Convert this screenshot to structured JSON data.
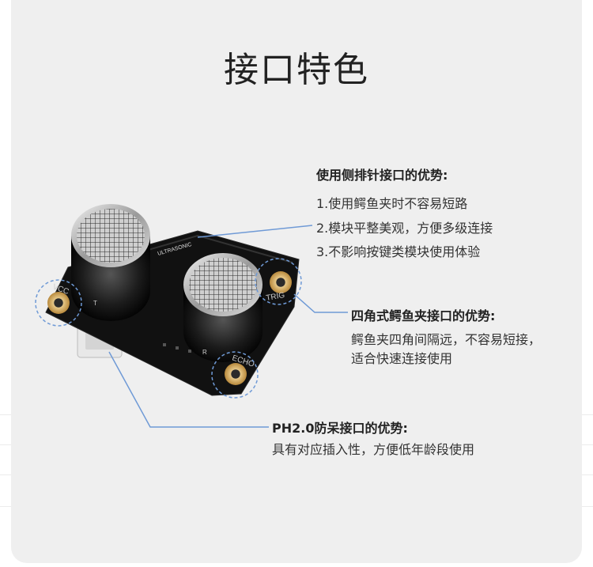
{
  "title": "接口特色",
  "features": {
    "side_pins": {
      "title": "使用侧排针接口的优势:",
      "lines": [
        "1.使用鳄鱼夹时不容易短路",
        "2.模块平整美观，方便多级连接",
        "3.不影响按键类模块使用体验"
      ]
    },
    "corners": {
      "title": "四角式鳄鱼夹接口的优势:",
      "lines": [
        "鳄鱼夹四角间隔远，不容易短接，",
        "适合快速连接使用"
      ]
    },
    "ph2": {
      "title": "PH2.0防呆接口的优势:",
      "lines": [
        "具有对应插入性，方便低年龄段使用"
      ]
    }
  },
  "board": {
    "silkscreen": "ULTRASONIC",
    "pin_labels": {
      "vcc": "VCC",
      "trig": "TRIG",
      "echo": "ECHO",
      "t": "T",
      "r": "R"
    }
  },
  "colors": {
    "card": "#efefef",
    "leader": "#6f9ad6",
    "text": "#333333"
  }
}
